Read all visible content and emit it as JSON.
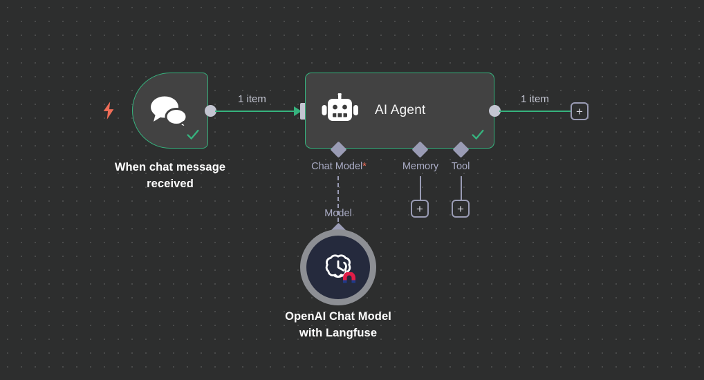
{
  "canvas": {
    "background_color": "#2d2e2e",
    "grid_dot_color": "#4a4b4b",
    "accent_success": "#36b37e",
    "accent_trigger": "#ef6d58",
    "port_color": "#c3c5d1"
  },
  "nodes": [
    {
      "id": "trigger",
      "label": "When chat message\nreceived",
      "icon": "chat-bubbles-icon",
      "badge_icon": "lightning-bolt-icon",
      "status_icon": "check-icon",
      "border_color": "#36b37e"
    },
    {
      "id": "agent",
      "title": "AI Agent",
      "icon": "robot-icon",
      "status_icon": "check-icon",
      "border_color": "#36b37e"
    },
    {
      "id": "model",
      "label": "OpenAI Chat Model\nwith Langfuse",
      "icon": "openai-logo-icon",
      "overlay_icon": "langfuse-logo-icon"
    }
  ],
  "connections": [
    {
      "id": "trigger-to-agent",
      "label": "1 item",
      "color": "#36b37e"
    },
    {
      "id": "agent-to-next",
      "label": "1 item",
      "color": "#36b37e"
    }
  ],
  "sub_connectors": [
    {
      "id": "chat-model",
      "label": "Chat Model",
      "required_marker": "*",
      "link_label": "Model",
      "style": "dashed",
      "connected": true
    },
    {
      "id": "memory",
      "label": "Memory",
      "required_marker": "",
      "link_label": "",
      "style": "solid",
      "connected": false
    },
    {
      "id": "tool",
      "label": "Tool",
      "required_marker": "",
      "link_label": "",
      "style": "solid",
      "connected": false
    }
  ],
  "buttons": {
    "add_memory": "+",
    "add_tool": "+",
    "add_next_node": "+"
  }
}
